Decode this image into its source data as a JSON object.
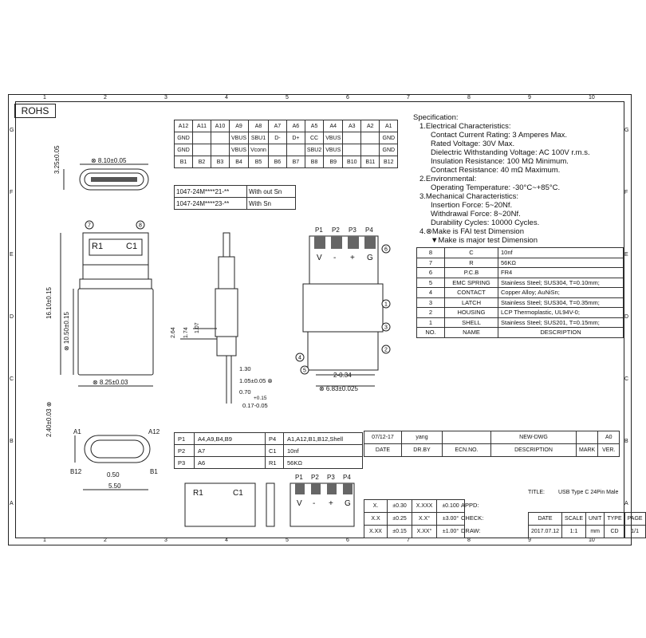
{
  "frame": {
    "rohs": "ROHS",
    "col_numbers": [
      "1",
      "2",
      "3",
      "4",
      "5",
      "6",
      "7",
      "8",
      "9",
      "10"
    ],
    "row_letters": [
      "G",
      "F",
      "E",
      "D",
      "C",
      "B",
      "A"
    ]
  },
  "pin_table": {
    "top_ids": [
      "A12",
      "A11",
      "A10",
      "A9",
      "A8",
      "A7",
      "A6",
      "A5",
      "A4",
      "A3",
      "A2",
      "A1"
    ],
    "top_names": [
      "GND",
      "",
      "",
      "VBUS",
      "SBU1",
      "D-",
      "D+",
      "CC",
      "VBUS",
      "",
      "",
      "GND"
    ],
    "bottom_names": [
      "GND",
      "",
      "",
      "VBUS",
      "Vconn",
      "",
      "",
      "SBU2",
      "VBUS",
      "",
      "",
      "GND"
    ],
    "bottom_ids": [
      "B1",
      "B2",
      "B3",
      "B4",
      "B5",
      "B6",
      "B7",
      "B8",
      "B9",
      "B10",
      "B11",
      "B12"
    ]
  },
  "part_numbers": [
    {
      "pn": "1047-24M****21-**",
      "desc": "With out Sn"
    },
    {
      "pn": "1047-24M****23-**",
      "desc": "With Sn"
    }
  ],
  "spec": {
    "lines": [
      "Specification:",
      "1.Electrical Characteristics:",
      "Contact Current Rating: 3 Amperes Max.",
      "Rated Voltage:  30V Max.",
      "Dielectric Withstanding Voltage: AC 100V r.m.s.",
      "Insulation Resistance: 100 MΩ Minimum.",
      "Contact Resistance: 40 mΩ Maximum.",
      "2.Environmental:",
      "Operating Temperature: -30°C~+85°C.",
      "3.Mechanical Characteristics:",
      "Insertion Force: 5~20Nf.",
      "Withdrawal Force: 8~20Nf.",
      "Durability Cycles: 10000 Cycles.",
      "4.⊗Make is FAI test Dimension",
      "▼Make is major test Dimension"
    ]
  },
  "bom": [
    {
      "no": "8",
      "name": "C",
      "desc": "10nf"
    },
    {
      "no": "7",
      "name": "R",
      "desc": "56KΩ"
    },
    {
      "no": "6",
      "name": "P.C.B",
      "desc": "FR4"
    },
    {
      "no": "5",
      "name": "EMC SPRING",
      "desc": "Stainless Steel; SUS304, T=0.10mm;"
    },
    {
      "no": "4",
      "name": "CONTACT",
      "desc": "Copper Alloy; AuNiSn;"
    },
    {
      "no": "3",
      "name": "LATCH",
      "desc": "Stainless Steel; SUS304, T=0.35mm;"
    },
    {
      "no": "2",
      "name": "HOUSING",
      "desc": "LCP Thermoplastic, UL94V-0;"
    },
    {
      "no": "1",
      "name": "SHELL",
      "desc": "Stainless Steel; SUS201, T=0.15mm;"
    },
    {
      "no": "NO.",
      "name": "NAME",
      "desc": "DESCRIPTION"
    }
  ],
  "dims": {
    "d325": "3.25±0.05",
    "d810": "⊗ 8.10±0.05",
    "d1610": "16.10±0.15",
    "d1050": "⊗ 10.50±0.15",
    "d825": "⊗ 8.25±0.03",
    "d264": "2.64",
    "d174": "1.74",
    "d107": "1.07",
    "d130": "1.30",
    "d105": "1.05±0.05 ⊗",
    "d070": "0.70",
    "d017": "0.17-0.05",
    "d015": "+0.15",
    "d234": "2-0.34",
    "d683": "⊗ 6.83±0.025",
    "d240": "2.40±0.03 ⊗",
    "d050": "0.50",
    "d550": "5.50",
    "a1": "A1",
    "a12": "A12",
    "b12": "B12",
    "b1": "B1"
  },
  "pcb": {
    "pins": [
      "P1",
      "P2",
      "P3",
      "P4"
    ],
    "marks": [
      "V",
      "-",
      "+",
      "G"
    ],
    "c1": "C1",
    "r1": "R1",
    "callouts": [
      "1",
      "2",
      "3",
      "4",
      "5",
      "6",
      "7",
      "8"
    ]
  },
  "pin_map": [
    {
      "a": "P1",
      "b": "A4,A9,B4,B9",
      "c": "P4",
      "d": "A1,A12,B1,B12,Shell"
    },
    {
      "a": "P2",
      "b": "A7",
      "c": "C1",
      "d": "10nf"
    },
    {
      "a": "P3",
      "b": "A6",
      "c": "R1",
      "d": "56KΩ"
    }
  ],
  "title_block": {
    "rev_date": "07/12-17",
    "rev_by": "yang",
    "rev_desc": "NEW-DWG",
    "rev_ver": "A0",
    "hdr": [
      "DATE",
      "DR.BY",
      "ECN.NO.",
      "DESCRIPTION",
      "MARK",
      "VER."
    ],
    "title_label": "TITLE:",
    "title": "USB Type C 24Pin Male",
    "tol": [
      [
        "X.",
        "±0.30",
        "X.XXX",
        "±0.100"
      ],
      [
        "X.X",
        "±0.25",
        "X.X°",
        "±3.00°"
      ],
      [
        "X.XX",
        "±0.15",
        "X.XX°",
        "±1.00°"
      ]
    ],
    "appd": "APPD:",
    "check": "CHECK:",
    "draw": "DRAW:",
    "info_hdr": [
      "DATE",
      "SCALE",
      "UNIT",
      "TYPE",
      "PAGE"
    ],
    "info_val": [
      "2017.07.12",
      "1:1",
      "mm",
      "CD",
      "1/1"
    ]
  }
}
